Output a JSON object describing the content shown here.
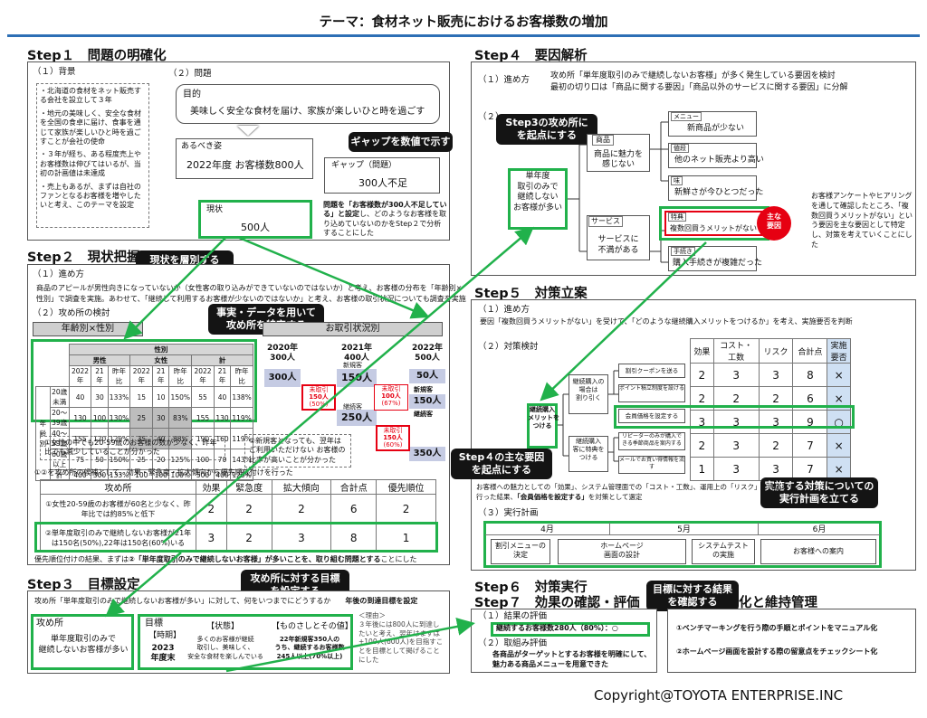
{
  "title": "テーマ：食材ネット販売におけるお客様数の増加",
  "copyright": "Copyright@TOYOTA ENTERPRISE.INC",
  "step1": {
    "heading": "Step１　問題の明確化",
    "bg_label": "（１）背景",
    "bg_items": [
      "・北海道の食材をネット販売する会社を設立して３年",
      "・地元の美味しく、安全な食材を全国の食卓に届け、食事を通じて家族が楽しいひと時を過ごすことが会社の使命",
      "・３年が経ち、ある程度売上やお客様数は伸びてはいるが、当初の計画値は未達成",
      "・売上もあるが、まずは自社のファンとなるお客様を増やしたいと考え、このテーマを設定"
    ],
    "prob_label": "（２）問題",
    "purpose_label": "目的",
    "purpose_text": "美味しく安全な食材を届け、家族が楽しいひと時を過ごす",
    "ideal_label": "あるべき姿",
    "ideal_text": "2022年度 お客様数800人",
    "gap_label": "ギャップ（問題）",
    "gap_text": "300人不足",
    "current_label": "現状",
    "current_text": "500人",
    "callout_gap": "ギャップを数値で示す",
    "note_bold": "問題を「お客様数が300人不足している」と設定",
    "note_rest": "し、どのようなお客様を取り込めていないのかをStep２で分析することにした"
  },
  "step2": {
    "heading": "Step２　現状把握",
    "p1_label": "（１）進め方",
    "p1_text": [
      "商品のアピールが男性向きになっていないか（女性客の取り込みができていないのではないか）と考え、お客様の分布を「年齢別×",
      "性別」で調査を実施。あわせて、「継続して利用するお客様が少ないのではないか」と考え、お客様の取引状況についても調査を実施"
    ],
    "p2_label": "（２）攻め所の検討",
    "age_title": "年齢別×性別",
    "trade_title": "お取引状況別",
    "callout_layer": "現状を層別する",
    "callout_fact": "事実・データを用いて\n攻め所を特定する",
    "table": {
      "h_gender": "性別",
      "h_male": "男性",
      "h_female": "女性",
      "h_total": "計",
      "sub": [
        "2022年",
        "21年",
        "昨年比",
        "2022年",
        "21年",
        "昨年比",
        "2022年",
        "昨年比"
      ],
      "row_head": "年齢別",
      "rows": [
        {
          "label": "20歳未満",
          "v": [
            "40",
            "30",
            "133%",
            "15",
            "10",
            "150%",
            "55",
            "40",
            "138%"
          ]
        },
        {
          "label": "20～39歳",
          "v": [
            "130",
            "100",
            "130%",
            "25",
            "30",
            "83%",
            "155",
            "130",
            "119%"
          ]
        },
        {
          "label": "40～59歳",
          "v": [
            "155",
            "120",
            "129%",
            "35",
            "40",
            "88%",
            "190",
            "160",
            "119%"
          ]
        },
        {
          "label": "60歳以上",
          "v": [
            "75",
            "50",
            "150%",
            "25",
            "20",
            "125%",
            "100",
            "70",
            "143%"
          ]
        },
        {
          "label": "計",
          "v": [
            "400",
            "300",
            "133%",
            "100",
            "100",
            "100%",
            "500",
            "400",
            "125%"
          ]
        }
      ]
    },
    "years": [
      {
        "year": "2020年",
        "count": "300人"
      },
      {
        "year": "2021年",
        "count": "400人"
      },
      {
        "year": "2022年",
        "count": "500人"
      }
    ],
    "y2020": "300人",
    "y2021_new": "新規客",
    "y2021_new_v": "150人",
    "y2021_cont": "継続客",
    "y2021_cont_v": "250人",
    "y2022_new": "新規客",
    "y2022_new_v": "150人",
    "y2022_cont": "継続客",
    "y2022_cont_v": "350人",
    "y2022_top": "50人",
    "unused": "未取引",
    "unused1": "150人",
    "unused1p": "(50%)",
    "unused2": "100人",
    "unused2p": "(67%)",
    "unused3": "150人",
    "unused3p": "(60%)",
    "obs1": "①女性の中でも20-59歳のお客様の数が少なく、昨年比でも減少していることが分かった",
    "obs2": "②新規客となっても、翌年は ご利用いただけない お客様の比率が高いことが分かった",
    "prio_intro": "①②を攻め所の候補として、効果・緊急度・拡大傾向から優先順位付けを行った",
    "prio_head": [
      "攻め所",
      "効果",
      "緊急度",
      "拡大傾向",
      "合計点",
      "優先順位"
    ],
    "prio_rows": [
      {
        "label": "①女性20-59歳のお客様が60名と少なく、昨年比では約85%と低下",
        "v": [
          "2",
          "2",
          "2",
          "6",
          "2"
        ]
      },
      {
        "label": "②単年度取引のみで継続しないお客様が21年は150名(50%),22年は150名(60%)いる",
        "v": [
          "3",
          "2",
          "3",
          "8",
          "1"
        ]
      }
    ],
    "prio_note_a": "優先順位付けの結果、まずは",
    "prio_note_b": "②「単年度取引のみで継続しないお客様」が多いことを、取り組む問題とする",
    "prio_note_c": "ことにした"
  },
  "step3": {
    "heading": "Step３　目標設定",
    "callout": "攻め所に対する目標\nを設定する",
    "intro": "攻め所「単年度取引のみで継続しないお客様が多い」に対して、何をいつまでにどうするか",
    "intro_b": "年後の到達目標を設定",
    "target_label": "攻め所",
    "target_text": "単年度取引のみで\n継続しないお客様が多い",
    "goal_label": "目標",
    "when": "【時期】",
    "when_v": "2023\n年度末",
    "state": "【状態】",
    "state_v": "多くのお客様が継続\n取引し、美味しく、\n安全な食材を楽しんでいる",
    "measure": "【ものさしとその値】",
    "measure_v": "22年新規客350人の\nうち、継続するお客様数\n245人以上(70%以上)",
    "reason": "＜理由＞\n３年後には800人に到達したいと考え、翌年はまずは+100人(600人)を目指すことを目標として掲げることにした"
  },
  "step4": {
    "heading": "Step４　要因解析",
    "p1_label": "（１）進め方",
    "p1_text": [
      "攻め所「単年度取引のみで継続しないお客様」が多く発生している要因を検討",
      "最初の切り口は「商品に関する要因」「商品以外のサービスに関する要因」に分解"
    ],
    "p2_label": "（２）",
    "callout": "Step3の攻め所に\nを起点にする",
    "root": "単年度\n取引のみで\n継続しない\nお客様が多い",
    "b1_tag": "商品",
    "b1": "商品に魅力を\n感じない",
    "b2_tag": "サービス",
    "b2": "サービスに\n不満がある",
    "leaves": [
      {
        "tag": "メニュー",
        "text": "新商品が少ない"
      },
      {
        "tag": "値段",
        "text": "他のネット販売より高い"
      },
      {
        "tag": "味",
        "text": "新鮮さが今ひとつだった"
      },
      {
        "tag": "特典",
        "text": "複数回買うメリットがない"
      },
      {
        "tag": "手続き",
        "text": "購入手続きが複雑だった"
      }
    ],
    "badge": "主な\n要因",
    "side": "お客様アンケートやヒアリングを通して確認したところ、「複数回買うメリットがない」という要因を主な要因として特定し、対策を考えていくことにした"
  },
  "step5": {
    "heading": "Step５　対策立案",
    "p1_label": "（１）進め方",
    "p1_text": "要因「複数回買うメリットがない」を受けて、「どのような継続購入メリットをつけるか」を考え、実施要否を判断",
    "p2_label": "（２）対策検討",
    "root": "継続購入\nメリットを\nつける",
    "mid1": "継続購入の\n場合は\n割り引く",
    "mid2": "継続購入\n客に特典を\nつける",
    "callout": "Step４の主な要因\nを起点にする",
    "head": [
      "効果",
      "コスト・\n工数",
      "リスク",
      "合計点",
      "実施\n要否"
    ],
    "rows": [
      {
        "label": "割引クーポンを送る",
        "v": [
          "2",
          "3",
          "3",
          "8",
          "×"
        ]
      },
      {
        "label": "ポイント積立制度を設ける",
        "v": [
          "2",
          "2",
          "2",
          "6",
          "×"
        ]
      },
      {
        "label": "会員価格を設定する",
        "v": [
          "3",
          "3",
          "3",
          "9",
          "○"
        ]
      },
      {
        "label": "リピーターのみが購入できる季節商品を案内する",
        "v": [
          "2",
          "3",
          "2",
          "7",
          "×"
        ]
      },
      {
        "label": "メールでお買い得情報を流す",
        "v": [
          "1",
          "3",
          "3",
          "7",
          "×"
        ]
      }
    ],
    "decide": "お客様への魅力としての「効果」、システム管理面での「コスト・工数」、運用上の「リスク」を評価して",
    "decide2a": "行った結果、",
    "decide2b": "「会員価格を設定する」",
    "decide2c": "を対策として選定",
    "callout_plan": "実施する対策についての\n実行計画を立てる",
    "p3_label": "（３）実行計画",
    "months": [
      "4月",
      "5月",
      "6月"
    ],
    "tasks": [
      "割引メニューの\n決定",
      "ホームページ\n画面の設計",
      "システムテスト\nの実施",
      "お客様への案内"
    ]
  },
  "step6": {
    "heading": "Step６　対策実行"
  },
  "step7": {
    "heading": "Step７　効果の確認・評価",
    "callout": "目標に対する結果\nを確認する",
    "r1_label": "（１）結果の評価",
    "r1_text": "継続するお客様数280人（80%）：○",
    "r2_label": "（２）取組み評価",
    "r2_text": "各商品がターゲットとするお客様を明確にして、\n魅力ある商品メニューを用意できた"
  },
  "step8": {
    "heading_part": "化と維持管理",
    "items": [
      "①ベンチマーキングを行う際の手順とポイントをマニュアル化",
      "②ホームページ画面を設計する際の留意点をチェックシート化"
    ]
  }
}
